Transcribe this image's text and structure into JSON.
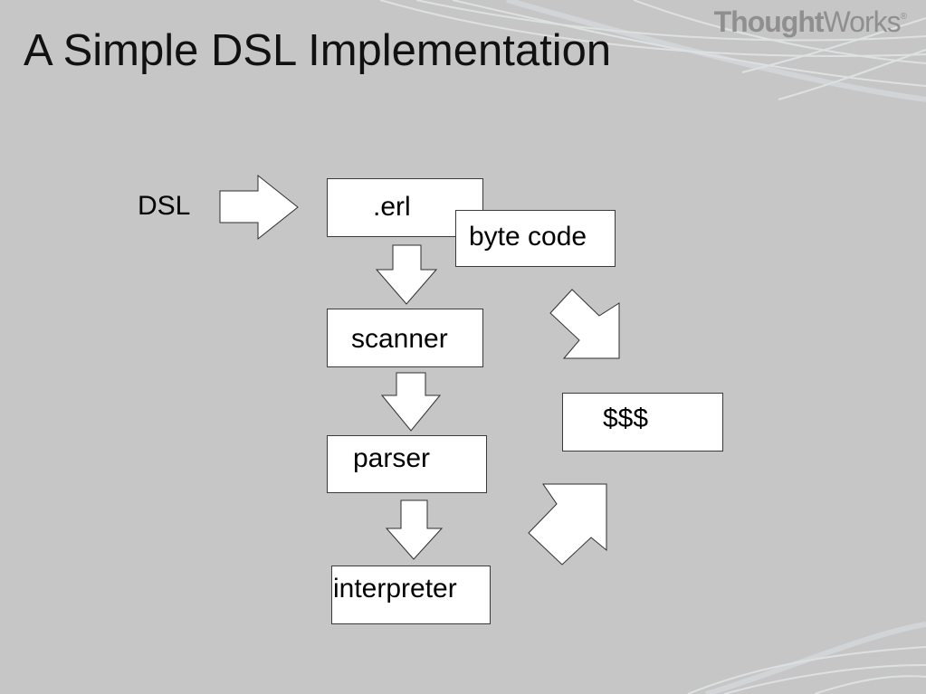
{
  "slide": {
    "title": "A Simple DSL Implementation",
    "logo": {
      "bold": "Thought",
      "regular": "Works",
      "mark": "®"
    }
  },
  "diagram": {
    "input_label": "DSL",
    "nodes": {
      "erl": ".erl",
      "byte_code": "byte code",
      "scanner": "scanner",
      "parser": "parser",
      "interpreter": "interpreter",
      "money": "$$$"
    }
  },
  "colors": {
    "background": "#c6c6c6",
    "box_fill": "#ffffff",
    "box_border": "#3a3a3a",
    "title_text": "#111111",
    "logo_text": "#8f8f8f"
  }
}
